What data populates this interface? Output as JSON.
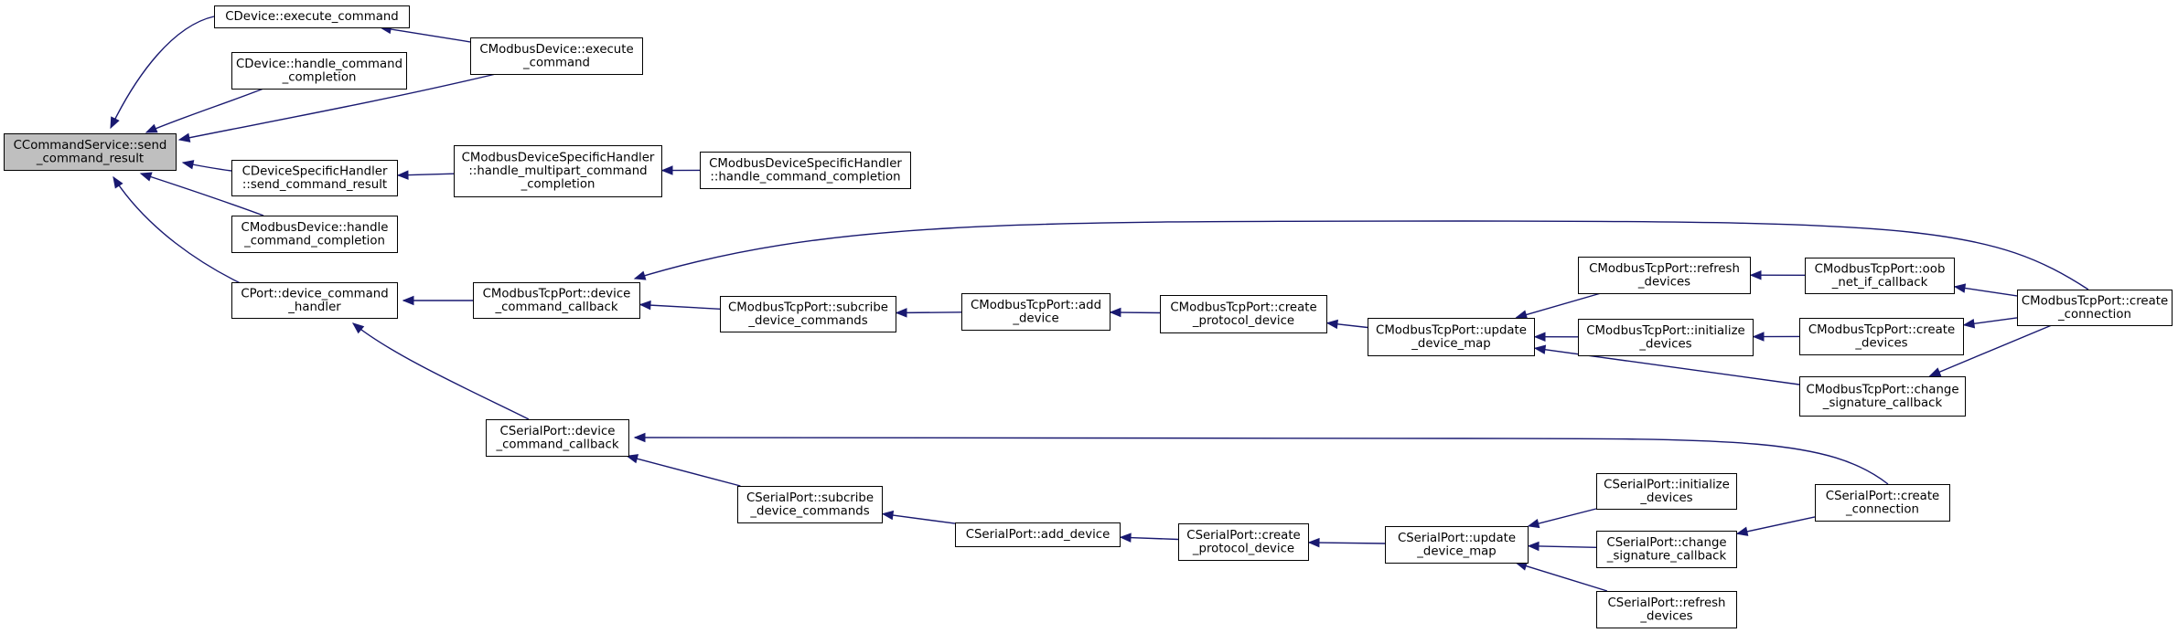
{
  "nodes": [
    {
      "id": "root",
      "lines": [
        "CCommandService::send",
        "_command_result"
      ],
      "root": true
    },
    {
      "id": "dev_exec",
      "lines": [
        "CDevice::execute_command"
      ]
    },
    {
      "id": "mb_exec",
      "lines": [
        "CModbusDevice::execute",
        "_command"
      ]
    },
    {
      "id": "dev_handle",
      "lines": [
        "CDevice::handle_command",
        "_completion"
      ]
    },
    {
      "id": "dsh_send",
      "lines": [
        "CDeviceSpecificHandler",
        "::send_command_result"
      ]
    },
    {
      "id": "mbdsh_multi",
      "lines": [
        "CModbusDeviceSpecificHandler",
        "::handle_multipart_command",
        "_completion"
      ]
    },
    {
      "id": "mbdsh_handle",
      "lines": [
        "CModbusDeviceSpecificHandler",
        "::handle_command_completion"
      ]
    },
    {
      "id": "mb_handle",
      "lines": [
        "CModbusDevice::handle",
        "_command_completion"
      ]
    },
    {
      "id": "port_dch",
      "lines": [
        "CPort::device_command",
        "_handler"
      ]
    },
    {
      "id": "tcp_dcc",
      "lines": [
        "CModbusTcpPort::device",
        "_command_callback"
      ]
    },
    {
      "id": "tcp_sub",
      "lines": [
        "CModbusTcpPort::subcribe",
        "_device_commands"
      ]
    },
    {
      "id": "tcp_add",
      "lines": [
        "CModbusTcpPort::add",
        "_device"
      ]
    },
    {
      "id": "tcp_cpd",
      "lines": [
        "CModbusTcpPort::create",
        "_protocol_device"
      ]
    },
    {
      "id": "tcp_udm",
      "lines": [
        "CModbusTcpPort::update",
        "_device_map"
      ]
    },
    {
      "id": "tcp_ref",
      "lines": [
        "CModbusTcpPort::refresh",
        "_devices"
      ]
    },
    {
      "id": "tcp_init",
      "lines": [
        "CModbusTcpPort::initialize",
        "_devices"
      ]
    },
    {
      "id": "tcp_oob",
      "lines": [
        "CModbusTcpPort::oob",
        "_net_if_callback"
      ]
    },
    {
      "id": "tcp_cdev",
      "lines": [
        "CModbusTcpPort::create",
        "_devices"
      ]
    },
    {
      "id": "tcp_chg",
      "lines": [
        "CModbusTcpPort::change",
        "_signature_callback"
      ]
    },
    {
      "id": "tcp_conn",
      "lines": [
        "CModbusTcpPort::create",
        "_connection"
      ]
    },
    {
      "id": "ser_dcc",
      "lines": [
        "CSerialPort::device",
        "_command_callback"
      ]
    },
    {
      "id": "ser_sub",
      "lines": [
        "CSerialPort::subcribe",
        "_device_commands"
      ]
    },
    {
      "id": "ser_add",
      "lines": [
        "CSerialPort::add_device"
      ]
    },
    {
      "id": "ser_cpd",
      "lines": [
        "CSerialPort::create",
        "_protocol_device"
      ]
    },
    {
      "id": "ser_udm",
      "lines": [
        "CSerialPort::update",
        "_device_map"
      ]
    },
    {
      "id": "ser_init",
      "lines": [
        "CSerialPort::initialize",
        "_devices"
      ]
    },
    {
      "id": "ser_chg",
      "lines": [
        "CSerialPort::change",
        "_signature_callback"
      ]
    },
    {
      "id": "ser_ref",
      "lines": [
        "CSerialPort::refresh",
        "_devices"
      ]
    },
    {
      "id": "ser_conn",
      "lines": [
        "CSerialPort::create",
        "_connection"
      ]
    }
  ],
  "edges": [
    [
      "dev_exec",
      "root"
    ],
    [
      "dev_handle",
      "root"
    ],
    [
      "mb_exec",
      "root"
    ],
    [
      "dsh_send",
      "root"
    ],
    [
      "mb_handle",
      "root"
    ],
    [
      "port_dch",
      "root"
    ],
    [
      "mb_exec",
      "dev_exec"
    ],
    [
      "mbdsh_multi",
      "dsh_send"
    ],
    [
      "mbdsh_handle",
      "mbdsh_multi"
    ],
    [
      "tcp_dcc",
      "port_dch"
    ],
    [
      "ser_dcc",
      "port_dch"
    ],
    [
      "tcp_sub",
      "tcp_dcc"
    ],
    [
      "tcp_conn",
      "tcp_dcc"
    ],
    [
      "tcp_add",
      "tcp_sub"
    ],
    [
      "tcp_cpd",
      "tcp_add"
    ],
    [
      "tcp_udm",
      "tcp_cpd"
    ],
    [
      "tcp_ref",
      "tcp_udm"
    ],
    [
      "tcp_init",
      "tcp_udm"
    ],
    [
      "tcp_chg",
      "tcp_udm"
    ],
    [
      "tcp_oob",
      "tcp_ref"
    ],
    [
      "tcp_cdev",
      "tcp_init"
    ],
    [
      "tcp_conn",
      "tcp_oob"
    ],
    [
      "tcp_conn",
      "tcp_cdev"
    ],
    [
      "tcp_conn",
      "tcp_chg"
    ],
    [
      "ser_sub",
      "ser_dcc"
    ],
    [
      "ser_conn",
      "ser_dcc"
    ],
    [
      "ser_add",
      "ser_sub"
    ],
    [
      "ser_cpd",
      "ser_add"
    ],
    [
      "ser_udm",
      "ser_cpd"
    ],
    [
      "ser_init",
      "ser_udm"
    ],
    [
      "ser_chg",
      "ser_udm"
    ],
    [
      "ser_ref",
      "ser_udm"
    ],
    [
      "ser_conn",
      "ser_chg"
    ]
  ]
}
